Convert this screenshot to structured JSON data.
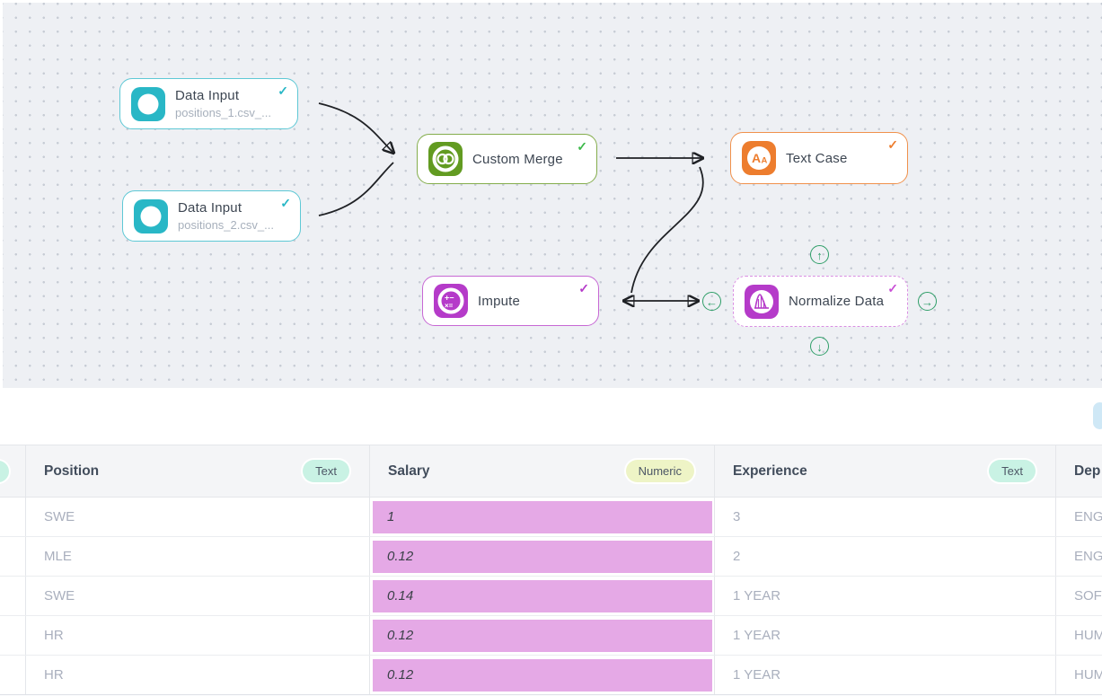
{
  "canvas": {
    "nodes": {
      "data_input_1": {
        "title": "Data Input",
        "subtitle": "positions_1.csv_...",
        "accent": "#29b7c6"
      },
      "data_input_2": {
        "title": "Data Input",
        "subtitle": "positions_2.csv_...",
        "accent": "#29b7c6"
      },
      "custom_merge": {
        "title": "Custom Merge",
        "accent": "#629b21",
        "check_color": "#3cb94a"
      },
      "text_case": {
        "title": "Text Case",
        "accent": "#ed7d2e"
      },
      "impute": {
        "title": "Impute",
        "accent": "#b53bc9"
      },
      "normalize": {
        "title": "Normalize Data",
        "accent": "#b53bc9",
        "selected": true
      }
    },
    "checkmark": "✓",
    "connector_arrows": {
      "up": "↑",
      "left": "←",
      "right": "→",
      "down": "↓"
    },
    "connector_color": "#2f9e68",
    "edge_color": "#1f2125",
    "background": "#eef0f4"
  },
  "table": {
    "columns": {
      "position": {
        "label": "Position",
        "badge": "Text"
      },
      "salary": {
        "label": "Salary",
        "badge": "Numeric"
      },
      "experience": {
        "label": "Experience",
        "badge": "Text"
      },
      "department": {
        "label": "Dep"
      }
    },
    "rows": [
      {
        "position": "SWE",
        "salary": "1",
        "experience": "3",
        "department": "ENG"
      },
      {
        "position": "MLE",
        "salary": "0.12",
        "experience": "2",
        "department": "ENG"
      },
      {
        "position": "SWE",
        "salary": "0.14",
        "experience": "1 YEAR",
        "department": "SOF"
      },
      {
        "position": "HR",
        "salary": "0.12",
        "experience": "1 YEAR",
        "department": "HUM"
      },
      {
        "position": "HR",
        "salary": "0.12",
        "experience": "1 YEAR",
        "department": "HUM"
      }
    ],
    "highlight_color": "#e5a9e6",
    "badge_colors": {
      "text": "#c9f2e4",
      "numeric": "#eef4c6"
    }
  }
}
